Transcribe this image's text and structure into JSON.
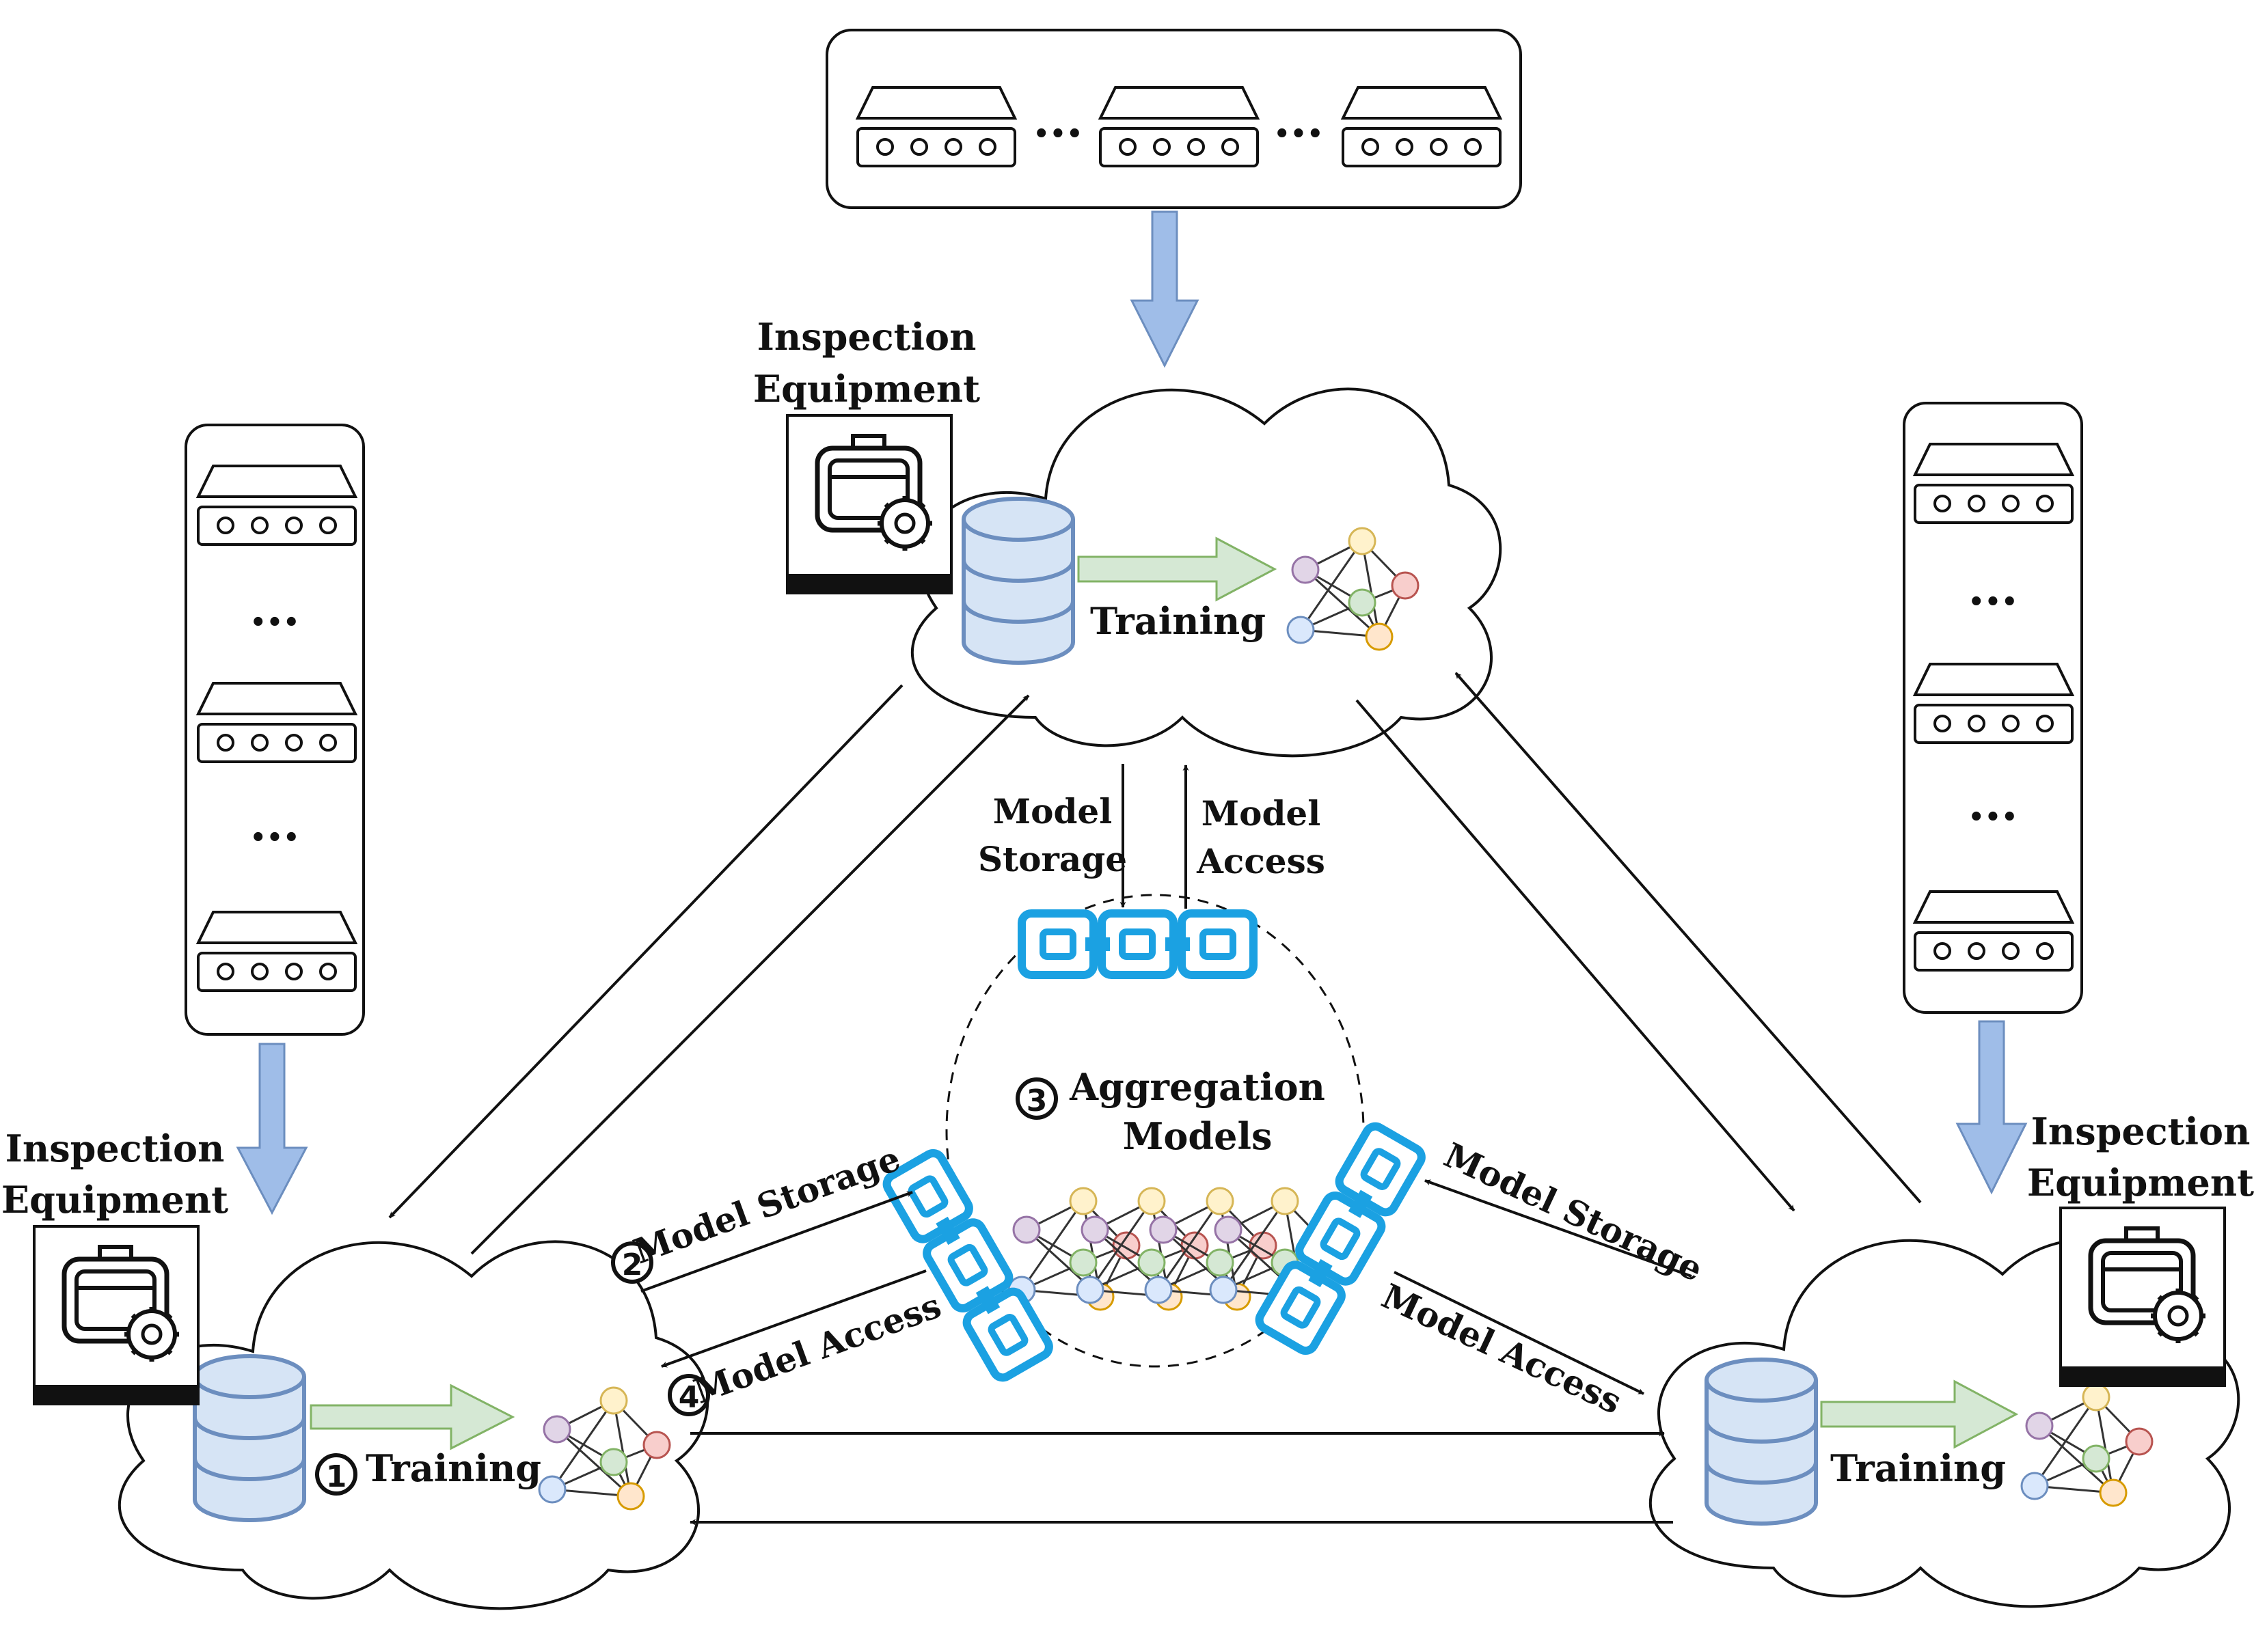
{
  "labels": {
    "inspection_equipment_top_1": "Inspection",
    "inspection_equipment_top_2": "Equipment",
    "inspection_equipment_left_1": "Inspection",
    "inspection_equipment_left_2": "Equipment",
    "inspection_equipment_right_1": "Inspection",
    "inspection_equipment_right_2": "Equipment",
    "training_top": "Training",
    "training_left": "Training",
    "training_right": "Training",
    "model_storage_top_1": "Model",
    "model_storage_top_2": "Storage",
    "model_access_top_1": "Model",
    "model_access_top_2": "Access",
    "model_storage_left": "Model Storage",
    "model_access_left": "Model Access",
    "model_storage_right": "Model Storage",
    "model_access_right": "Model Access",
    "aggregation_1": "Aggregation",
    "aggregation_2": "Models",
    "ellipsis": "..."
  },
  "steps": {
    "step1": "1",
    "step2": "2",
    "step3": "3",
    "step4": "4"
  },
  "colors": {
    "db_fill": "#d6e4f5",
    "db_stroke": "#6c8ebf",
    "blue_arrow": "#9fbde8",
    "green_arrow": "#d5e8d4",
    "chain": "#1ba1e2"
  },
  "icons": {
    "equipment": "inspection-equipment-icon",
    "database": "database-icon",
    "network": "neural-network-icon",
    "chain": "blockchain-link-icon",
    "server": "server-rack-icon"
  }
}
